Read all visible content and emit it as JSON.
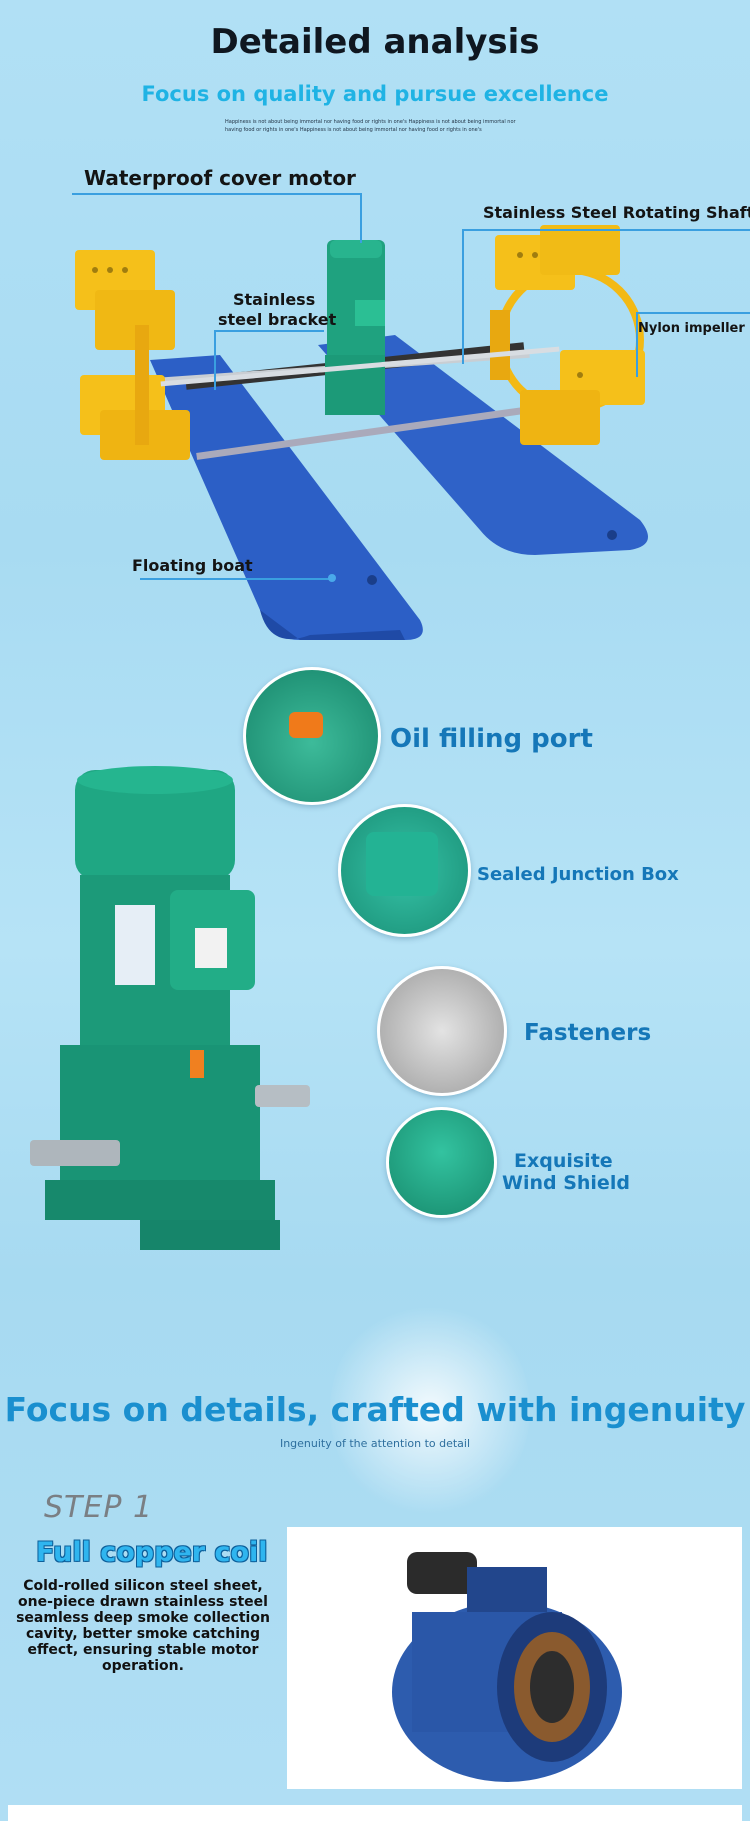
{
  "header": {
    "title": "Detailed analysis",
    "subtitle": "Focus on quality and pursue excellence",
    "fine_print": "Happiness is not about being immortal nor having food or rights in one's Happiness is not about being immortal nor having food or rights in one's Happiness is not about being immortal nor having food or rights in one's"
  },
  "callouts": {
    "motor": "Waterproof cover motor",
    "shaft": "Stainless Steel Rotating Shaft",
    "bracket_line1": "Stainless",
    "bracket_line2": "steel bracket",
    "impeller": "Nylon impeller",
    "boat": "Floating boat"
  },
  "features": {
    "oil": "Oil filling port",
    "junction": "Sealed Junction Box",
    "fasteners": "Fasteners",
    "wind_line1": "Exquisite",
    "wind_line2": "Wind Shield"
  },
  "section2": {
    "title": "Focus on details, crafted with ingenuity",
    "subtitle": "Ingenuity of the attention to detail"
  },
  "step1": {
    "step_label": "STEP 1",
    "heading": "Full copper coil",
    "description": "Cold-rolled silicon steel sheet, one-piece drawn stainless steel seamless deep smoke collection cavity, better smoke catching effect, ensuring stable motor operation."
  },
  "colors": {
    "background": "#a9dcf3",
    "accent_cyan": "#1fb3e4",
    "accent_blue": "#1577b8",
    "motor_green": "#1fa27f",
    "paddle_yellow": "#f5c01a",
    "boat_blue": "#2f5fc4"
  }
}
